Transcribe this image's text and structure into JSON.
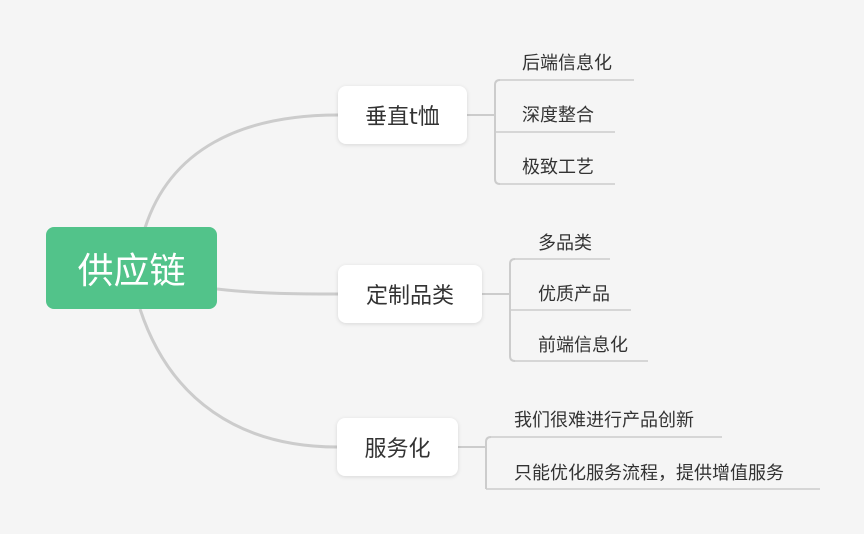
{
  "root": {
    "label": "供应链"
  },
  "branches": [
    {
      "label": "垂直t恤",
      "children": [
        "后端信息化",
        "深度整合",
        "极致工艺"
      ]
    },
    {
      "label": "定制品类",
      "children": [
        "多品类",
        "优质产品",
        "前端信息化"
      ]
    },
    {
      "label": "服务化",
      "children": [
        "我们很难进行产品创新",
        "只能优化服务流程，提供增值服务"
      ]
    }
  ],
  "colors": {
    "root_fill": "#52c38a",
    "line": "#cccccc",
    "node_fill": "#ffffff",
    "background": "#f5f5f5"
  }
}
